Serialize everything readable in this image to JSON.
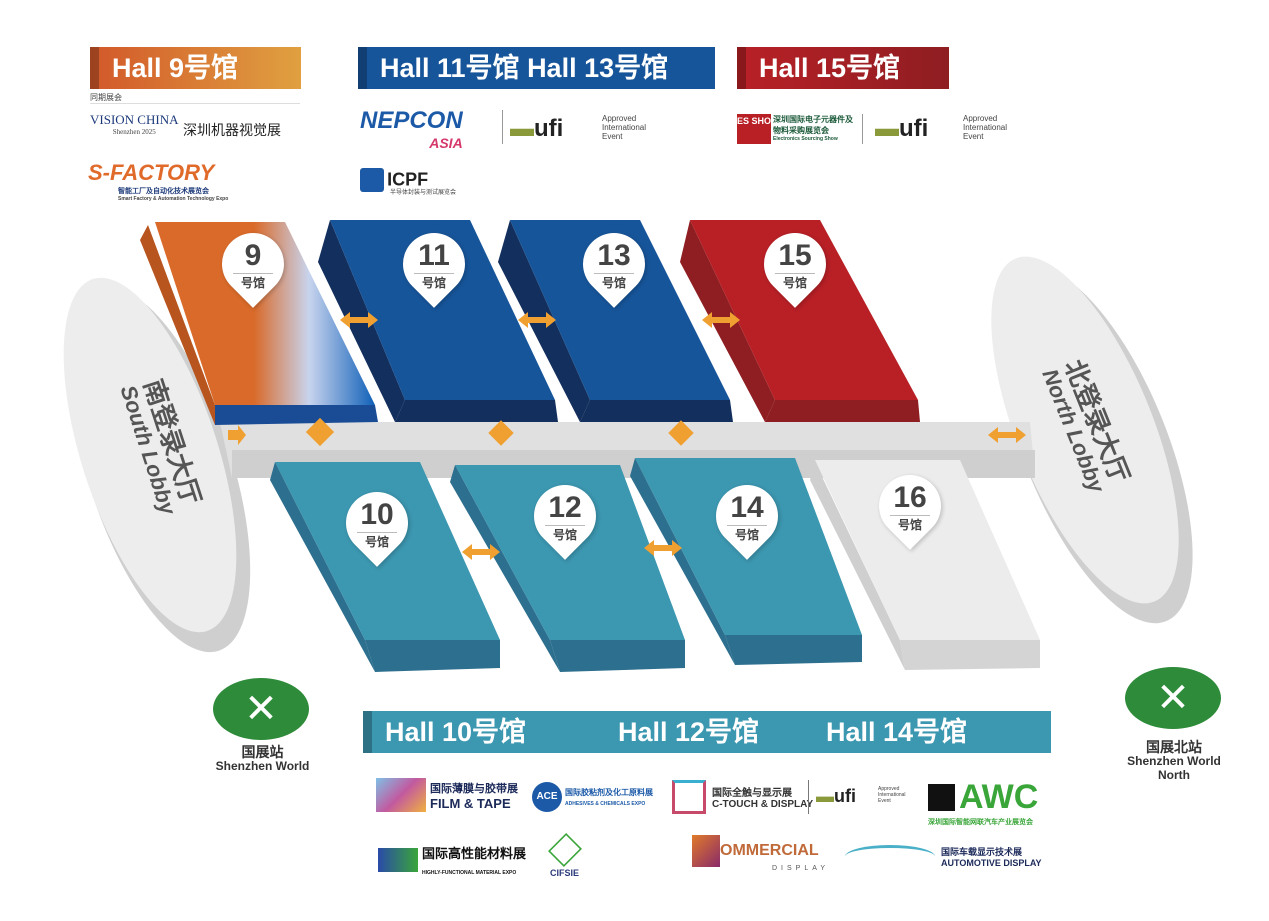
{
  "banners": {
    "hall9": "Hall 9号馆",
    "hall11_13": "Hall 11号馆  Hall 13号馆",
    "hall15": "Hall 15号馆",
    "hall10": "Hall 10号馆",
    "hall12": "Hall 12号馆",
    "hall14": "Hall 14号馆"
  },
  "colors": {
    "orange": "#d96a2a",
    "blue": "#17559a",
    "red": "#b82026",
    "teal": "#3c97b0",
    "gray": "#e6e6e6",
    "arrow": "#f0a030",
    "mtr": "#2e8b3a"
  },
  "hall9_logos": {
    "concurrent": "同期展会",
    "vision": "VISION CHINA",
    "vision_sub": "Shenzhen 2025",
    "vision_cn": "深圳机器视觉展",
    "sfactory": "S-FACTORY",
    "sfactory_cn": "智能工厂及自动化技术展览会",
    "sfactory_en": "Smart Factory & Automation Technology Expo"
  },
  "hall11_logos": {
    "nepcon": "NEPCON",
    "nepcon_asia": "ASIA",
    "ufi": "ufi",
    "ufi_text": "Approved International Event",
    "icpf": "ICPF",
    "icpf_cn": "半导体封装与测试展览会"
  },
  "hall15_logos": {
    "es": "ES SHOW",
    "es_cn": "深圳国际电子元器件及物料采购展览会",
    "es_en": "Electronics Sourcing Show",
    "ufi": "ufi",
    "ufi_text": "Approved International Event"
  },
  "halls": [
    {
      "num": "9",
      "label": "号馆"
    },
    {
      "num": "11",
      "label": "号馆"
    },
    {
      "num": "13",
      "label": "号馆"
    },
    {
      "num": "15",
      "label": "号馆"
    },
    {
      "num": "10",
      "label": "号馆"
    },
    {
      "num": "12",
      "label": "号馆"
    },
    {
      "num": "14",
      "label": "号馆"
    },
    {
      "num": "16",
      "label": "号馆"
    }
  ],
  "lobbies": {
    "south_cn": "南登录大厅",
    "south_en": "South Lobby",
    "north_cn": "北登录大厅",
    "north_en": "North Lobby"
  },
  "stations": {
    "south_cn": "国展站",
    "south_en": "Shenzhen World",
    "north_cn": "国展北站",
    "north_en": "Shenzhen World North"
  },
  "bottom_logos": {
    "film_cn": "国际薄膜与胶带展",
    "film_en": "FILM & TAPE",
    "ace": "ACE",
    "ace_cn": "国际胶粘剂及化工原料展",
    "ace_en": "ADHESIVES & CHEMICALS EXPO",
    "ctouch_cn": "国际全触与显示展",
    "ctouch_en": "C-TOUCH & DISPLAY",
    "ufi": "ufi",
    "ufi_text": "Approved International Event",
    "awc": "AWC",
    "awc_cn": "深圳国际智能网联汽车产业展览会",
    "hfm_cn": "国际高性能材料展",
    "hfm_en": "HIGHLY-FUNCTIONAL MATERIAL EXPO",
    "cifsie": "CIFSIE",
    "commercial": "OMMERCIAL",
    "commercial_sub": "DISPLAY",
    "auto_cn": "国际车载显示技术展",
    "auto_en": "AUTOMOTIVE DISPLAY"
  }
}
